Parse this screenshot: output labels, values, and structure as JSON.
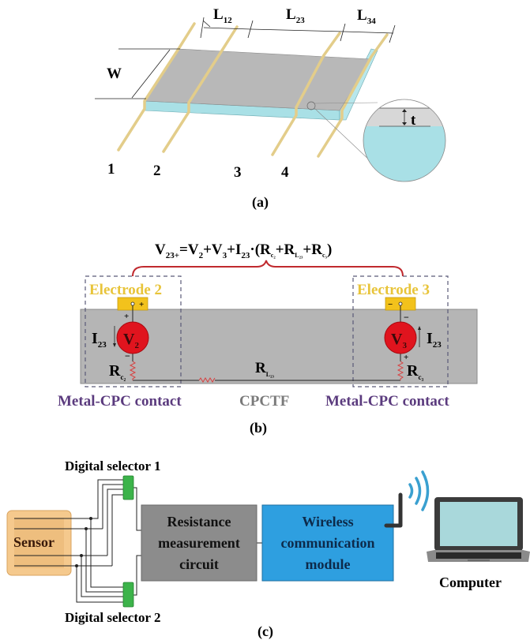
{
  "panel_a": {
    "caption": "(a)",
    "dimensions": {
      "w": "W",
      "l12_main": "L",
      "l12_sub": "12",
      "l23_main": "L",
      "l23_sub": "23",
      "l34_main": "L",
      "l34_sub": "34",
      "t": "t"
    },
    "electrodes": [
      "1",
      "2",
      "3",
      "4"
    ],
    "colors": {
      "film": "#b8b8b8",
      "substrate": "#a9e0e6",
      "electrode": "#e3cd8a"
    }
  },
  "panel_b": {
    "caption": "(b)",
    "equation": {
      "v": "V",
      "v_sub": "23+",
      "eq": "=V",
      "v2_sub": "2",
      "plus_v": "+V",
      "v3_sub": "3",
      "plus_i": "+I",
      "i_sub": "23",
      "dot_r": "·(R",
      "rc2_sub": "c₂",
      "plus_rl": "+R",
      "rl_sub": "L₂₃",
      "plus_rc3": "+R",
      "rc3_sub": "c₃",
      "close": ")"
    },
    "electrode_2": {
      "label": "Electrode 2",
      "pad_sign": "+",
      "source_main": "V",
      "source_sub": "2",
      "top_sign": "+",
      "bottom_sign": "−"
    },
    "electrode_3": {
      "label": "Electrode 3",
      "pad_sign": "−",
      "source_main": "V",
      "source_sub": "3",
      "top_sign": "−",
      "bottom_sign": "+"
    },
    "current_left": {
      "main": "I",
      "sub": "23"
    },
    "current_right": {
      "main": "I",
      "sub": "23"
    },
    "rc2": {
      "main": "R",
      "sub": "c₂"
    },
    "rc3": {
      "main": "R",
      "sub": "c₃"
    },
    "rl23": {
      "main": "R",
      "sub": "L₂₃"
    },
    "contact_left": "Metal-CPC contact",
    "contact_right": "Metal-CPC contact",
    "film_label": "CPCTF",
    "colors": {
      "electrode_text": "#e8c43a",
      "contact_text": "#5b3b7e",
      "source": "#e0141e",
      "brace": "#c0292e",
      "film": "#b5b5b5"
    }
  },
  "panel_c": {
    "caption": "(c)",
    "sensor": "Sensor",
    "selector_1": "Digital selector 1",
    "selector_2": "Digital selector 2",
    "resistance_block": [
      "Resistance",
      "measurement",
      "circuit"
    ],
    "wireless_block": [
      "Wireless",
      "communication",
      "module"
    ],
    "computer": "Computer",
    "colors": {
      "sensor": "#f5c98d",
      "selector": "#3cb34a",
      "resistance": "#8c8c8c",
      "wireless": "#2e9fe0",
      "signal": "#3aa0d0"
    }
  }
}
